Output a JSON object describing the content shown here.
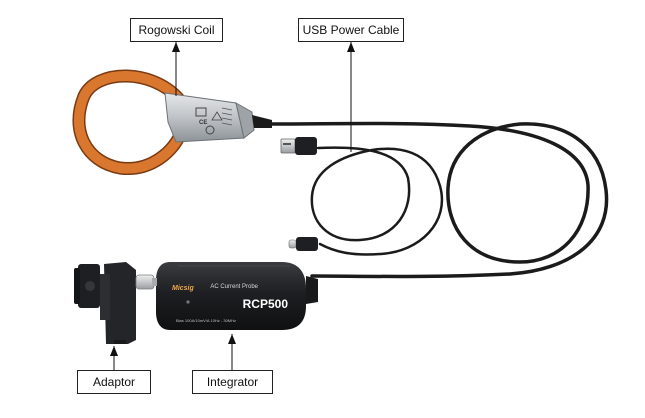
{
  "callouts": {
    "rogowski_coil": "Rogowski Coil",
    "usb_power_cable": "USB Power Cable",
    "adaptor": "Adaptor",
    "integrator": "Integrator"
  },
  "integrator_body": {
    "brand": "Micsig",
    "subtitle": "AC Current Probe",
    "model": "RCP500",
    "spec_line": "Bias 100A/10mV/A  10Hz - 30MHz"
  },
  "clip_marks": {
    "ce": "CE",
    "warning": "!"
  },
  "colors": {
    "coil_orange": "#d9772e",
    "cable_black": "#1b1b1b",
    "clip_silver": "#bfc3c7",
    "body_black": "#1e1f22",
    "outline": "#222222"
  }
}
